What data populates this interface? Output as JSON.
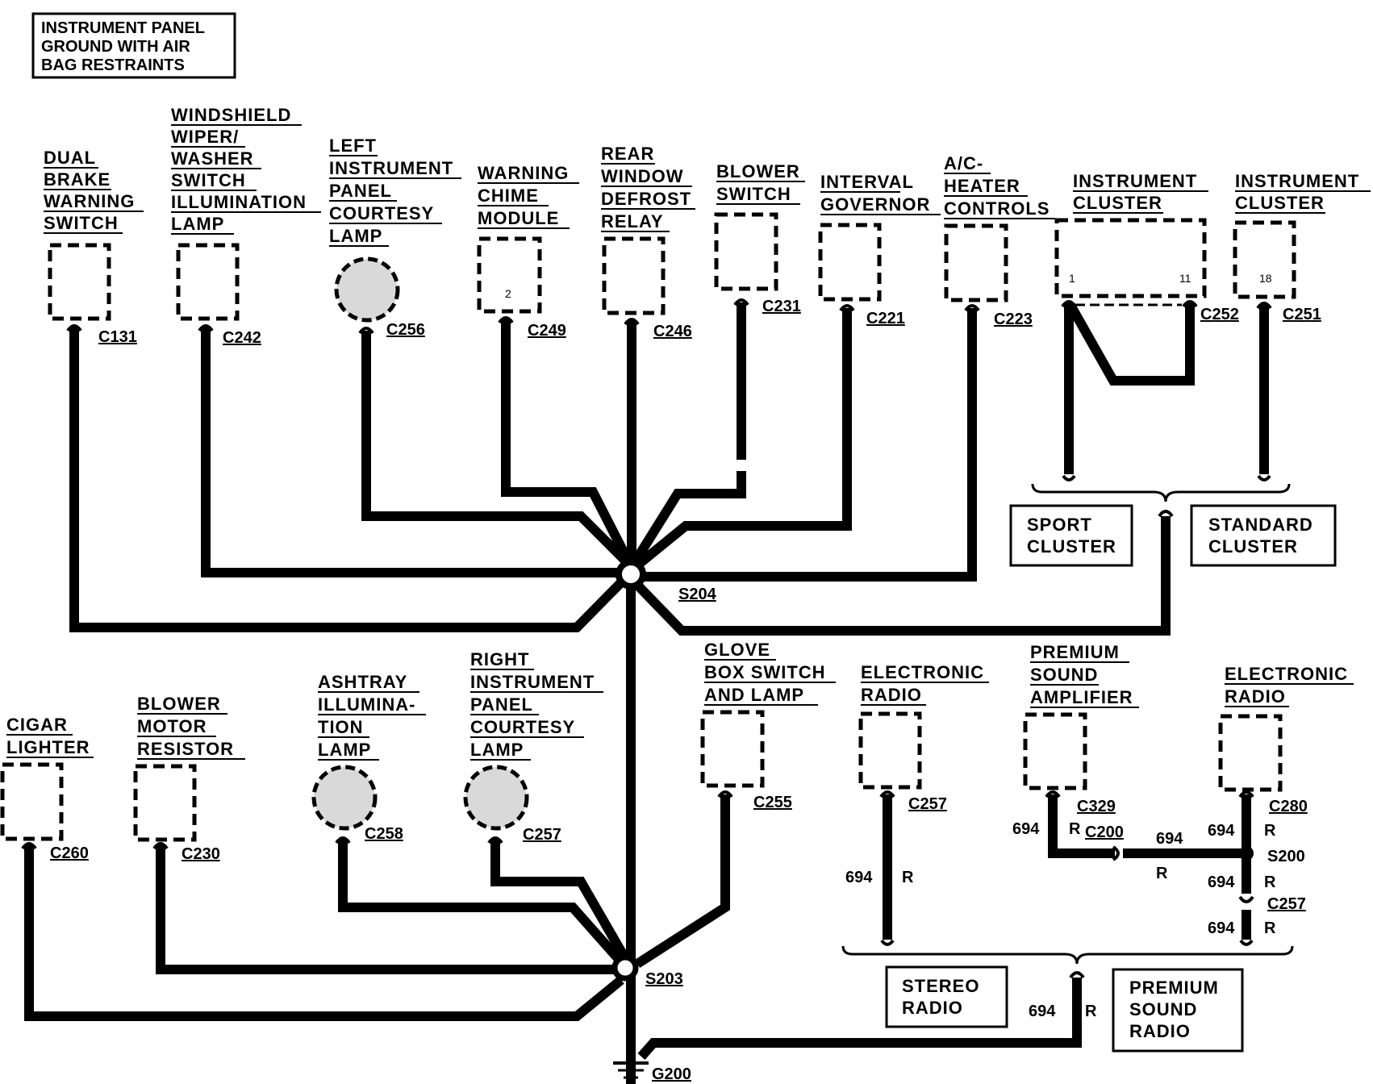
{
  "title": [
    "INSTRUMENT PANEL",
    "GROUND WITH AIR",
    "BAG RESTRAINTS"
  ],
  "components": {
    "dual_brake": [
      "DUAL",
      "BRAKE",
      "WARNING",
      "SWITCH"
    ],
    "windshield": [
      "WINDSHIELD",
      "WIPER/",
      "WASHER",
      "SWITCH",
      "ILLUMINATION",
      "LAMP"
    ],
    "left_ip_lamp": [
      "LEFT",
      "INSTRUMENT",
      "PANEL",
      "COURTESY",
      "LAMP"
    ],
    "warning_chime": [
      "WARNING",
      "CHIME",
      "MODULE"
    ],
    "rear_defrost": [
      "REAR",
      "WINDOW",
      "DEFROST",
      "RELAY"
    ],
    "blower_switch": [
      "BLOWER",
      "SWITCH"
    ],
    "interval_governor": [
      "INTERVAL",
      "GOVERNOR"
    ],
    "ac_heater": [
      "A/C-",
      "HEATER",
      "CONTROLS"
    ],
    "instrument_cluster_sport": [
      "INSTRUMENT",
      "CLUSTER"
    ],
    "instrument_cluster_std": [
      "INSTRUMENT",
      "CLUSTER"
    ],
    "cigar_lighter": [
      "CIGAR",
      "LIGHTER"
    ],
    "blower_resistor": [
      "BLOWER",
      "MOTOR",
      "RESISTOR"
    ],
    "ashtray_lamp": [
      "ASHTRAY",
      "ILLUMINA-",
      "TION",
      "LAMP"
    ],
    "right_ip_lamp": [
      "RIGHT",
      "INSTRUMENT",
      "PANEL",
      "COURTESY",
      "LAMP"
    ],
    "glove_box": [
      "GLOVE",
      "BOX SWITCH",
      "AND LAMP"
    ],
    "electronic_radio_1": [
      "ELECTRONIC",
      "RADIO"
    ],
    "premium_amp": [
      "PREMIUM",
      "SOUND",
      "AMPLIFIER"
    ],
    "electronic_radio_2": [
      "ELECTRONIC",
      "RADIO"
    ]
  },
  "options": {
    "sport_cluster": [
      "SPORT",
      "CLUSTER"
    ],
    "standard_cluster": [
      "STANDARD",
      "CLUSTER"
    ],
    "stereo_radio": [
      "STEREO",
      "RADIO"
    ],
    "premium_radio": [
      "PREMIUM",
      "SOUND",
      "RADIO"
    ]
  },
  "connectors": {
    "c131": "C131",
    "c242": "C242",
    "c256": "C256",
    "c249": "C249",
    "c246": "C246",
    "c231": "C231",
    "c221": "C221",
    "c223": "C223",
    "c252": "C252",
    "c251": "C251",
    "c260": "C260",
    "c230": "C230",
    "c258": "C258",
    "c257a": "C257",
    "c255": "C255",
    "c257b": "C257",
    "c329": "C329",
    "c200": "C200",
    "c280": "C280",
    "c257c": "C257"
  },
  "splices": {
    "s204": "S204",
    "s203": "S203",
    "s200": "S200"
  },
  "ground": "G200",
  "pins": {
    "chime": "2",
    "cluster_a": "1",
    "cluster_b": "11",
    "cluster_std": "18"
  },
  "wire": {
    "circuit": "694",
    "color": "R"
  }
}
